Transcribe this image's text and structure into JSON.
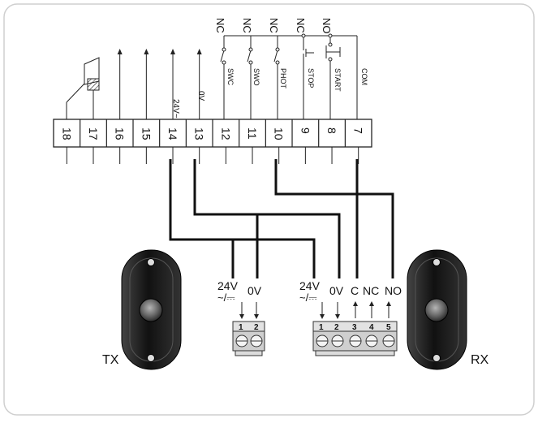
{
  "terminal_block": {
    "terminals": [
      "18",
      "17",
      "16",
      "15",
      "14",
      "13",
      "12",
      "11",
      "10",
      "9",
      "8",
      "7"
    ],
    "labels": {
      "t14": "24V~",
      "t13": "0V",
      "t12": "SWC",
      "t11": "SWO",
      "t10": "PHOT",
      "t9": "STOP",
      "t8": "START",
      "t7": "COM"
    },
    "contact_states": {
      "t12": "NC",
      "t11": "NC",
      "t10": "NC",
      "t9": "NC",
      "t8": "NO"
    }
  },
  "tx": {
    "label": "TX",
    "supply_label": "24V",
    "supply_symbol": "~/⎓",
    "zero_label": "0V",
    "pins": [
      "1",
      "2"
    ]
  },
  "rx": {
    "label": "RX",
    "supply_label": "24V",
    "supply_symbol": "~/⎓",
    "zero_label": "0V",
    "c_label": "C",
    "nc_label": "NC",
    "no_label": "NO",
    "pins": [
      "1",
      "2",
      "3",
      "4",
      "5"
    ]
  }
}
